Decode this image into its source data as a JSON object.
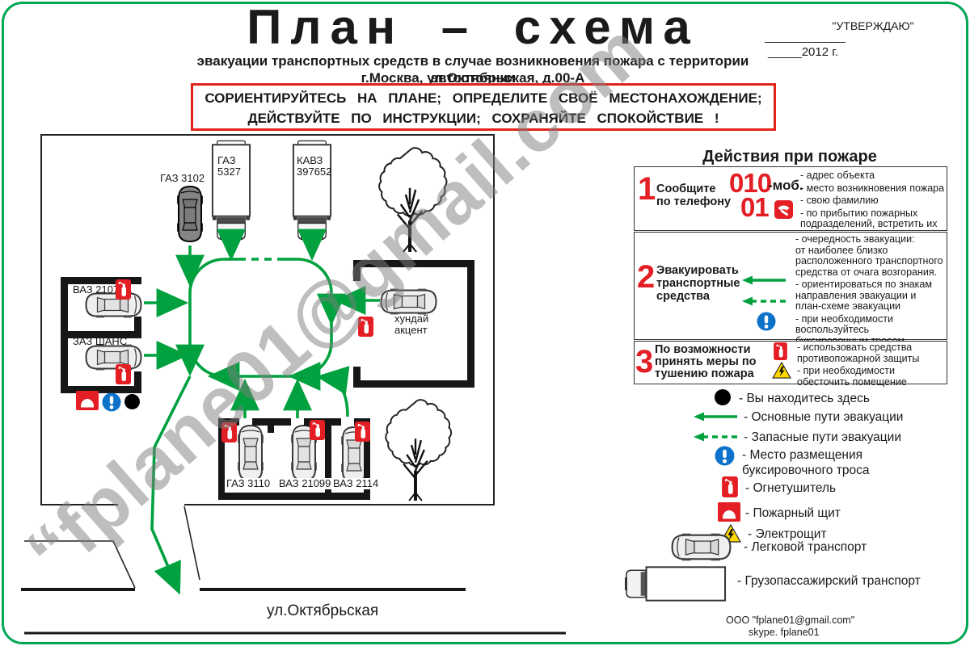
{
  "page": {
    "title": "План – схема",
    "subtitle1": "эвакуации транспортных средств в случае возникновения пожара с территории автостоянки",
    "subtitle2": "г.Москва, ул.Октябрьская, д.00-А",
    "approval": {
      "title": "\"УТВЕРЖДАЮ\"",
      "date": "_____2012 г."
    },
    "notice": {
      "line1": "СОРИЕНТИРУЙТЕСЬ НА ПЛАНЕ; ОПРЕДЕЛИТЕ СВОЁ МЕСТОНАХОЖДЕНИЕ;",
      "line2": "ДЕЙСТВУЙТЕ ПО ИНСТРУКЦИИ; СОХРАНЯЙТЕ СПОКОЙСТВИЕ !"
    },
    "watermark": "“fplane01@gmail.com",
    "street_label": "ул.Октябрьская",
    "contact": {
      "line1": "ООО \"fplane01@gmail.com\"",
      "line2": "skype. fplane01"
    }
  },
  "map": {
    "vehicles": {
      "gaz3102": "ГАЗ 3102",
      "gaz5327": "ГАЗ\n5327",
      "kavz": "КАВЗ\n397652",
      "vaz2107": "ВАЗ 2107",
      "zaz": "ЗАЗ ШАНС",
      "hyundai": "хундай\nакцент",
      "gaz3110": "ГАЗ 3110",
      "vaz21099": "ВАЗ 21099",
      "vaz2114": "ВАЗ 2114"
    }
  },
  "panel": {
    "header": "Действия при пожаре",
    "row1": {
      "num": "1",
      "label": "Сообщите\nпо телефону",
      "phone_main": "010",
      "phone_suffix": "-моб.",
      "phone_alt": "01",
      "b1": "- адрес объекта",
      "b2": "- место возникновения пожара",
      "b3": "- свою фамилию",
      "b4": "- по прибытию пожарных\nподразделений, встретить их"
    },
    "row2": {
      "num": "2",
      "label": "Эвакуировать\nтранспортные\nсредства",
      "b1": "- очередность эвакуации:\nот наиболее близко\nрасположенного транспортного\nсредства от очага возгорания.",
      "b2": "- ориентироваться по знакам\nнаправления эвакуации и\nплан-схеме эвакуации",
      "b3": "- при необходимости\nвоспользуйтесь\nбуксировочным тросом"
    },
    "row3": {
      "num": "3",
      "label": "По возможности\nпринять меры по\nтушению пожара",
      "b1": "- использовать средства\nпротивопожарной защиты",
      "b2": "- при необходимости\nобесточить помещение"
    }
  },
  "legend": {
    "you_are_here": "- Вы находитесь здесь",
    "main_routes": "- Основные пути эвакуации",
    "reserve_routes": "- Запасные пути эвакуации",
    "tow_place": "- Место размещения\nбуксировочного троса",
    "extinguisher": "- Огнетушитель",
    "fire_shield": "- Пожарный щит",
    "electro": "- Электрощит",
    "car": "- Легковой транспорт",
    "truck": "- Грузопассажирский транспорт"
  },
  "colors": {
    "green": "#00a13e",
    "red": "#e31e24",
    "blue": "#0d72c9",
    "yellow": "#ffd800"
  }
}
